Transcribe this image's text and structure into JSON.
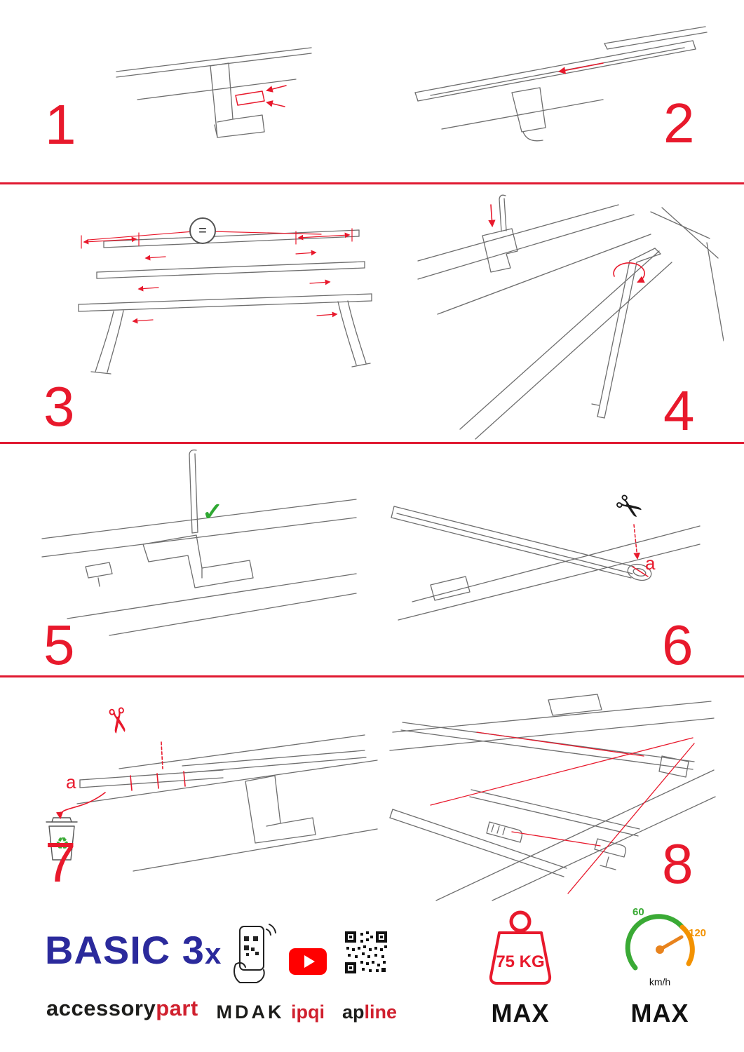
{
  "steps": [
    {
      "number": "1"
    },
    {
      "number": "2"
    },
    {
      "number": "3"
    },
    {
      "number": "4"
    },
    {
      "number": "5"
    },
    {
      "number": "6"
    },
    {
      "number": "7"
    },
    {
      "number": "8"
    }
  ],
  "annotations": {
    "equal_badge": "=",
    "check": "✓",
    "scissors": "✂",
    "label_a_step6": "a",
    "label_a_step7": "a",
    "recycle": "♻"
  },
  "footer": {
    "brand_title": "BASIC 3",
    "brand_title_suffix": "x",
    "brand_sub_black": "accessory",
    "brand_sub_red": "part",
    "partner_mdak": "MDAK",
    "partner_ipqi": "ipqi",
    "partner_apline_black": "ap",
    "partner_apline_red": "line",
    "weight_value": "75 KG",
    "weight_max_label": "MAX",
    "speed_low": "60",
    "speed_high": "120",
    "speed_unit": "km/h",
    "speed_max_label": "MAX"
  },
  "colors": {
    "accent": "#e8192c",
    "brand_blue": "#2b2a9c",
    "green": "#3aaa35",
    "orange": "#f39200"
  }
}
